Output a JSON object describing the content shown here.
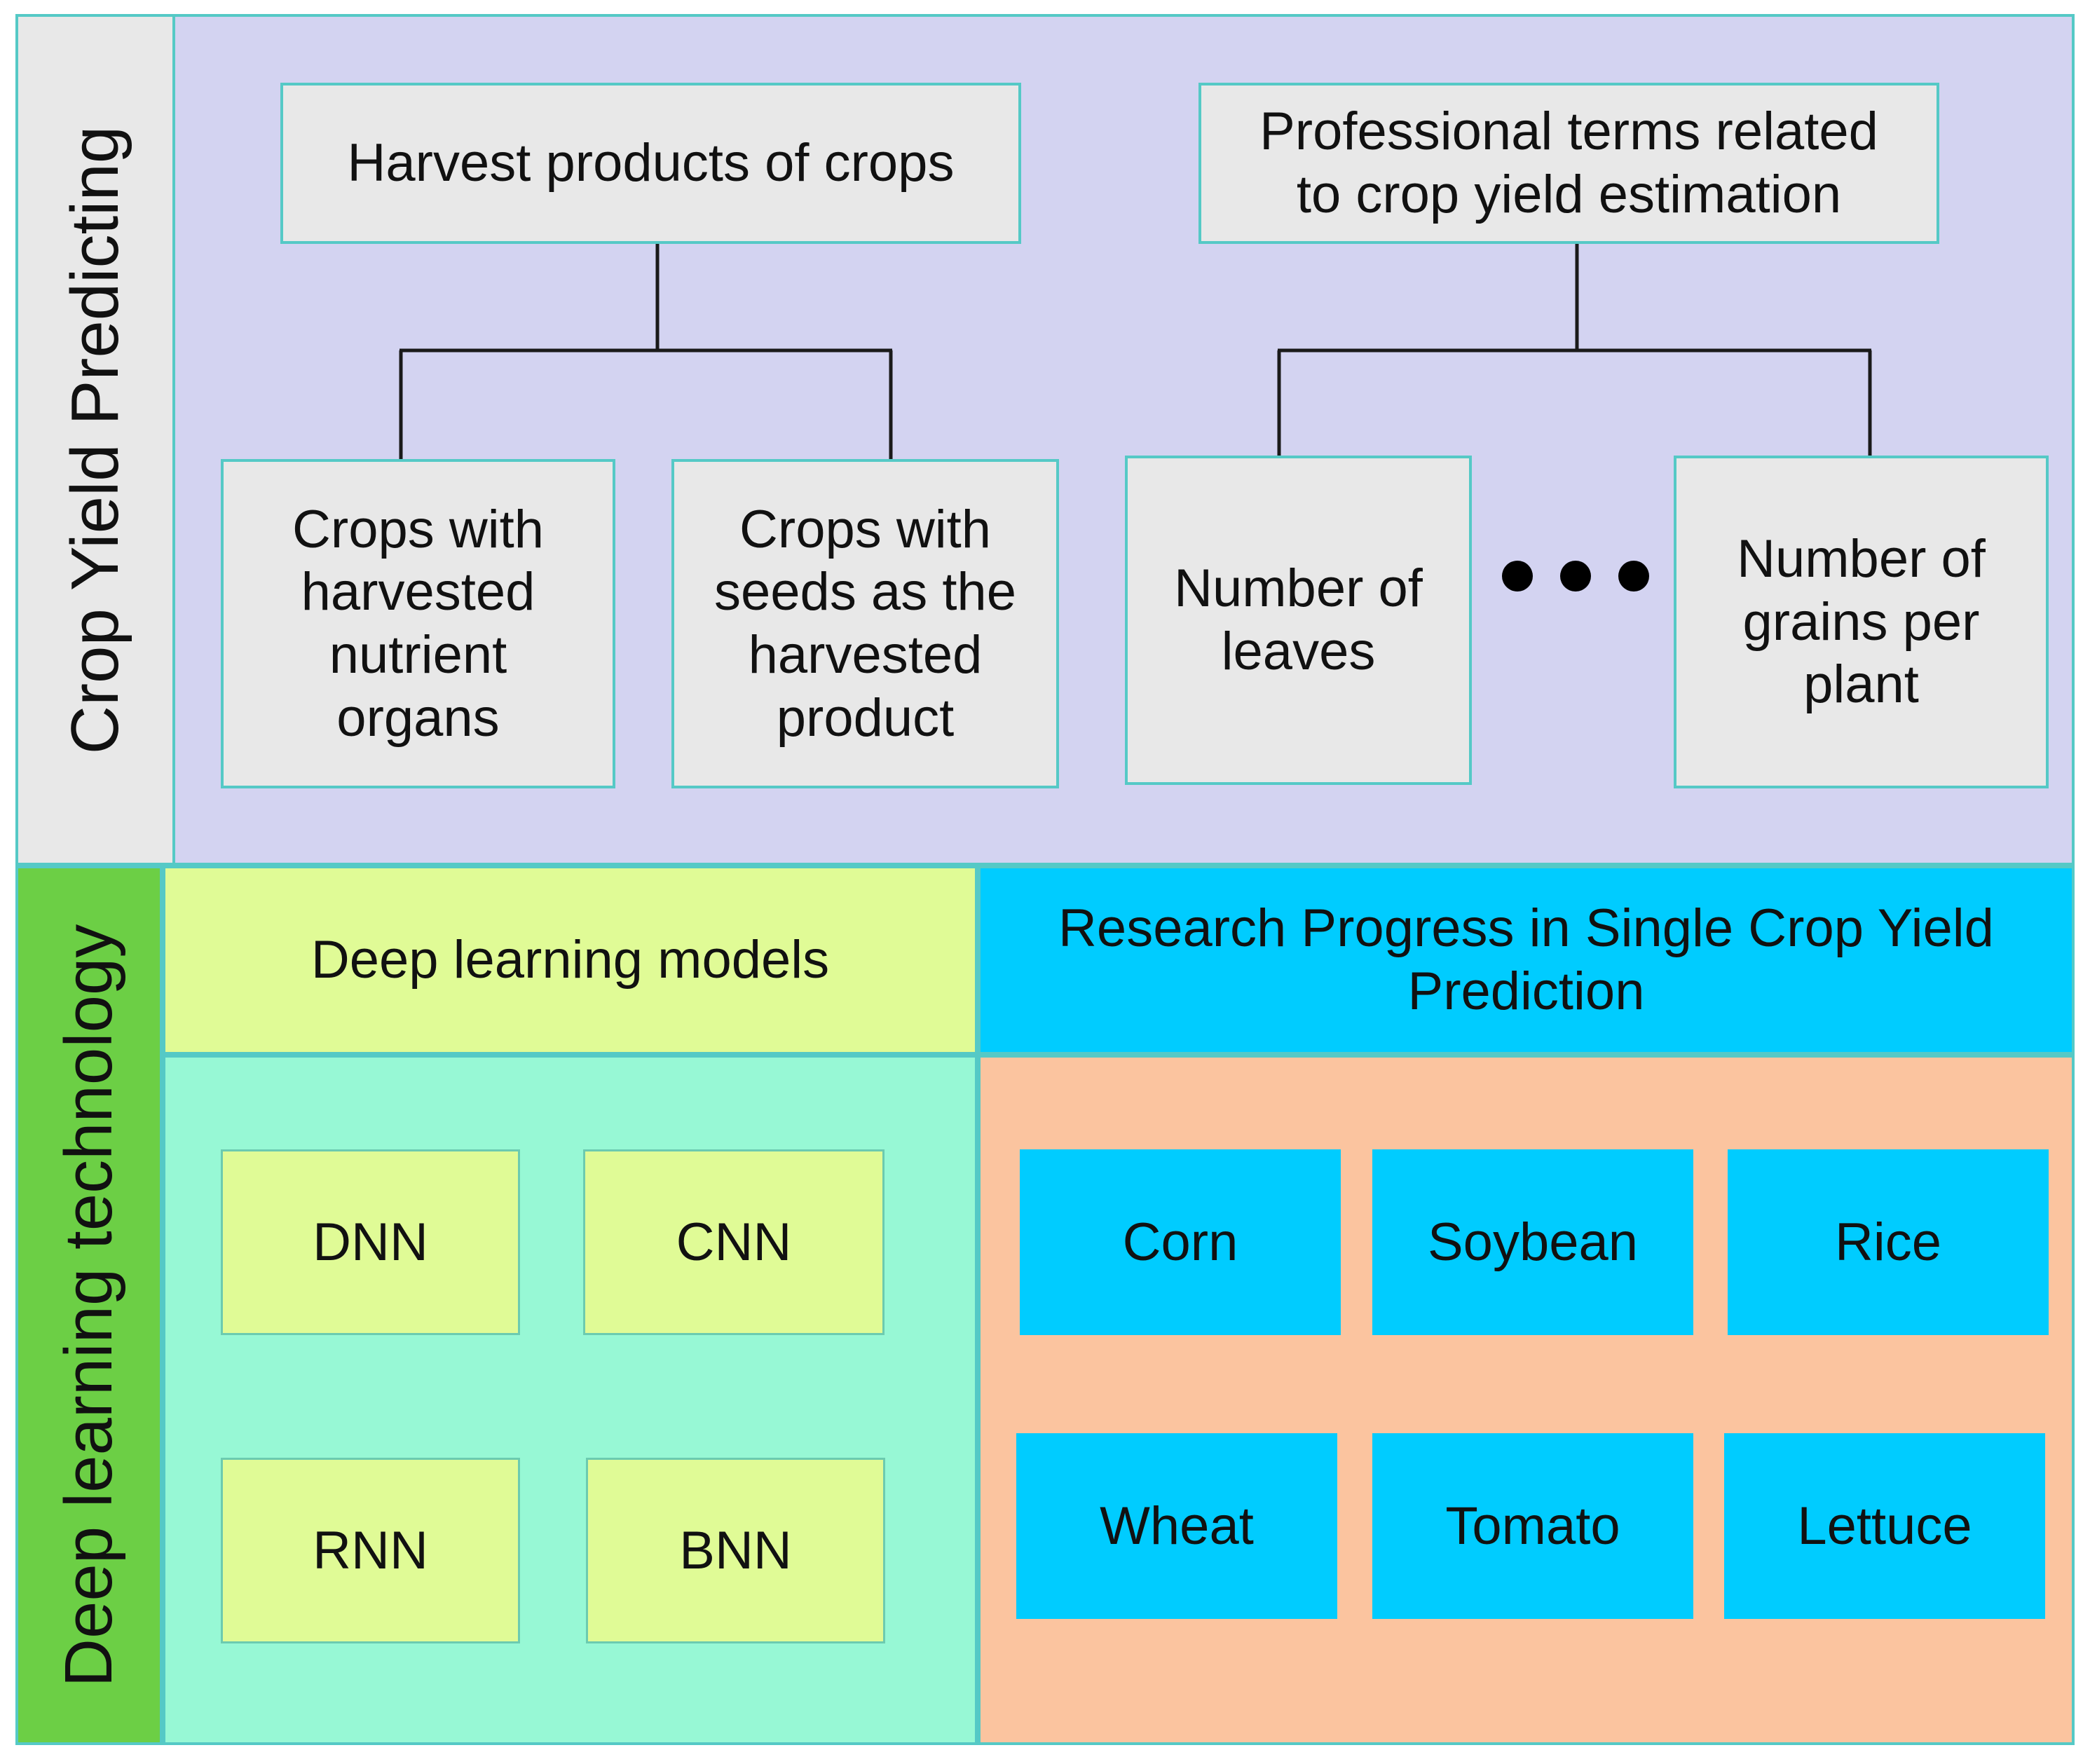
{
  "colors": {
    "top_bg": "#d3d3f1",
    "side_top": "#e8e8e8",
    "side_bottom": "#6ccf45",
    "dl_header": "#e0fb96",
    "dl_panel": "#97f8d5",
    "dl_item": "#e0fb96",
    "rp_header": "#00ccff",
    "rp_panel": "#fbc49f",
    "rp_item": "#00ccff",
    "box": "#e8e8e8",
    "border": "#55c9c6"
  },
  "crop_yield": {
    "side_label": "Crop Yield Predicting",
    "harvest": {
      "title": "Harvest products of crops",
      "children": [
        "Crops with harvested nutrient organs",
        "Crops with seeds as the harvested product"
      ]
    },
    "terms": {
      "title": "Professional terms related to crop yield estimation",
      "children": [
        "Number of leaves",
        "Number of grains per plant"
      ],
      "ellipsis": "more-terms-ellipsis"
    }
  },
  "deep_learning": {
    "side_label": "Deep learning technology",
    "models": {
      "title": "Deep learning models",
      "items": [
        "DNN",
        "CNN",
        "RNN",
        "BNN"
      ]
    },
    "research": {
      "title": "Research Progress in Single Crop Yield Prediction",
      "items": [
        "Corn",
        "Soybean",
        "Rice",
        "Wheat",
        "Tomato",
        "Lettuce"
      ]
    }
  }
}
